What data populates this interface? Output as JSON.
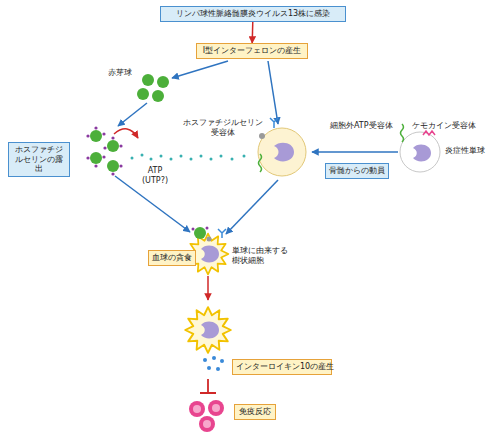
{
  "diagram": {
    "nodes": [
      {
        "text": [
          "リンパ球性脈絡髄膜炎ウイルス13株に感染"
        ]
      },
      {
        "text": [
          "I型インターフェロンの産生"
        ]
      },
      {
        "text": [
          "ホスファチジルセリンの露出"
        ]
      },
      {
        "text": [
          "骨髄からの動員"
        ]
      },
      {
        "text": [
          "血球の貪食"
        ]
      },
      {
        "text": [
          "インターロイキン10の産生"
        ]
      },
      {
        "text": [
          "免疫反応"
        ]
      }
    ],
    "edges": [
      {
        "from": 0,
        "to": 1,
        "arrow": "to"
      }
    ],
    "labels": [
      "赤芽球",
      "ATP (UTP?)",
      "ホスファチジルセリン受容体",
      "細胞外ATP受容体",
      "ケモカイン受容体",
      "炎症性単球",
      "単球に由来する樹状細胞"
    ]
  }
}
